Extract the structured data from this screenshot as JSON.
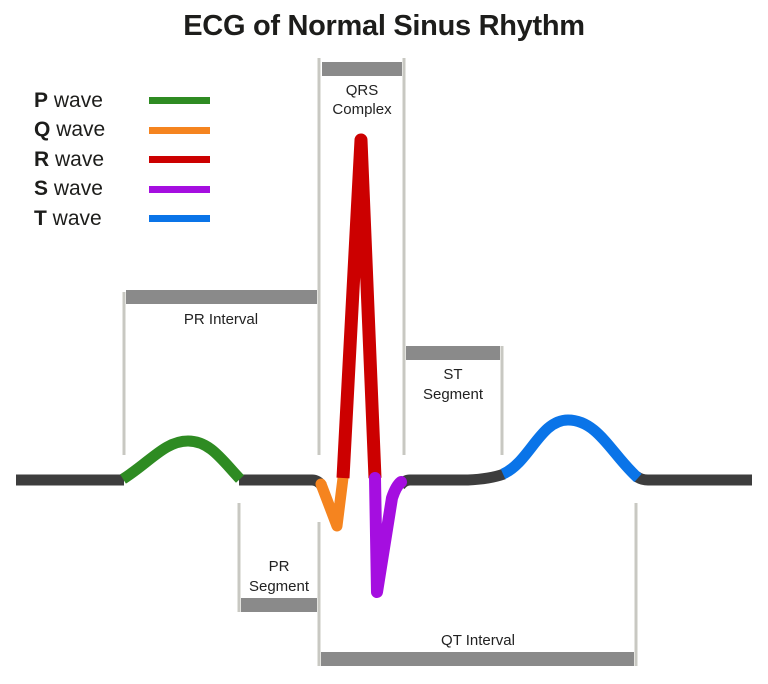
{
  "title": "ECG of Normal Sinus Rhythm",
  "legend": [
    {
      "letter": "P",
      "label": "wave",
      "color": "#2e8b22"
    },
    {
      "letter": "Q",
      "label": "wave",
      "color": "#f5841f"
    },
    {
      "letter": "R",
      "label": "wave",
      "color": "#cc0000"
    },
    {
      "letter": "S",
      "label": "wave",
      "color": "#a50ee0"
    },
    {
      "letter": "T",
      "label": "wave",
      "color": "#0a74e8"
    }
  ],
  "labels": {
    "qrs_line1": "QRS",
    "qrs_line2": "Complex",
    "pr_interval": "PR Interval",
    "st_line1": "ST",
    "st_line2": "Segment",
    "pr_seg_line1": "PR",
    "pr_seg_line2": "Segment",
    "qt_interval": "QT Interval"
  },
  "colors": {
    "baseline": "#3d3d3d",
    "bracket_bar": "#8a8a8a",
    "bracket_line": "#c8c8c2"
  }
}
